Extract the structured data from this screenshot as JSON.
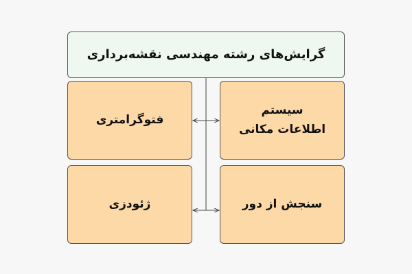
{
  "title": "گرایش‌های رشته مهندسی نقشه‌برداری",
  "branches": [
    {
      "label": "سیستم\nاطلاعات مکانی"
    },
    {
      "label": "فتوگرامتری"
    },
    {
      "label": "سنجش از دور"
    },
    {
      "label": "ژئودزی"
    }
  ],
  "colors": {
    "background": "#f7f7f7",
    "title_fill": "#eef8f1",
    "branch_fill": "#fdd9a8",
    "border": "#555555"
  }
}
